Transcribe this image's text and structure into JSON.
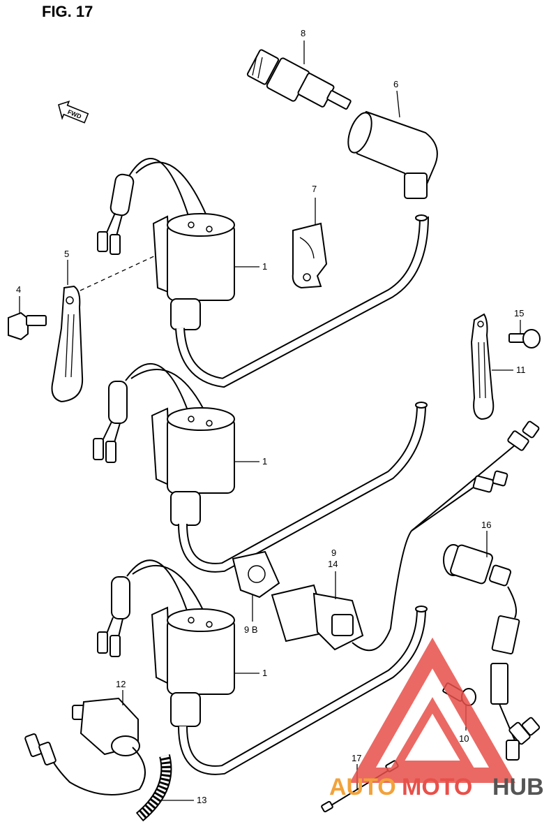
{
  "title": "FIG. 17",
  "fwd_label": "FWD",
  "labels": {
    "p1a": "1",
    "p1b": "1",
    "p1c": "1",
    "p4": "4",
    "p5": "5",
    "p6": "6",
    "p7": "7",
    "p8": "8",
    "p9": "9",
    "p9b": "9 B",
    "p10": "10",
    "p11": "11",
    "p12": "12",
    "p13": "13",
    "p14": "14",
    "p15": "15",
    "p16": "16",
    "p17": "17"
  },
  "watermark": {
    "part1": "AUTO",
    "part2": "MOTO",
    "part3": "HUB",
    "color_red": "#e8504a",
    "color_orange": "#f2a23a",
    "color_gray": "#555555"
  }
}
